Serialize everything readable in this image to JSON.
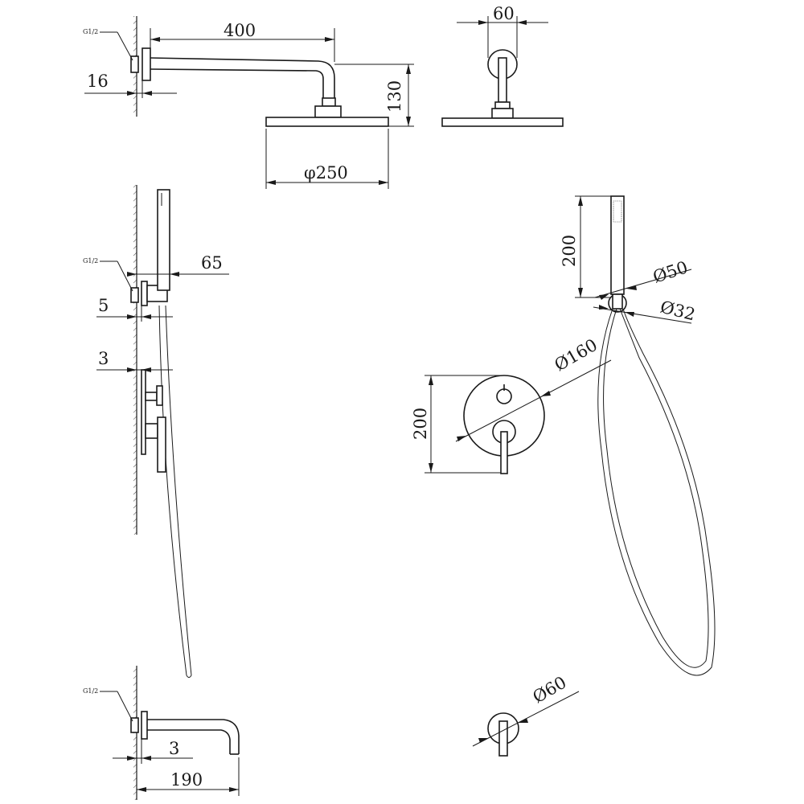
{
  "thread_label": "G1/2",
  "dimensions": {
    "arm_length": "400",
    "wall_gap_top": "16",
    "arm_drop": "130",
    "head_diameter": "φ250",
    "arm_flange": "60",
    "holder_offset": "65",
    "holder_wall_gap": "5",
    "mixer_wall_gap": "3",
    "handle_length": "200",
    "handle_top_diameter": "Ø50",
    "handle_base_diameter": "Ø32",
    "mixer_plate_diameter": "Ø160",
    "mixer_plate_height": "200",
    "spout_wall_gap": "3",
    "spout_length": "190",
    "spout_flange_diameter": "Ø60"
  }
}
